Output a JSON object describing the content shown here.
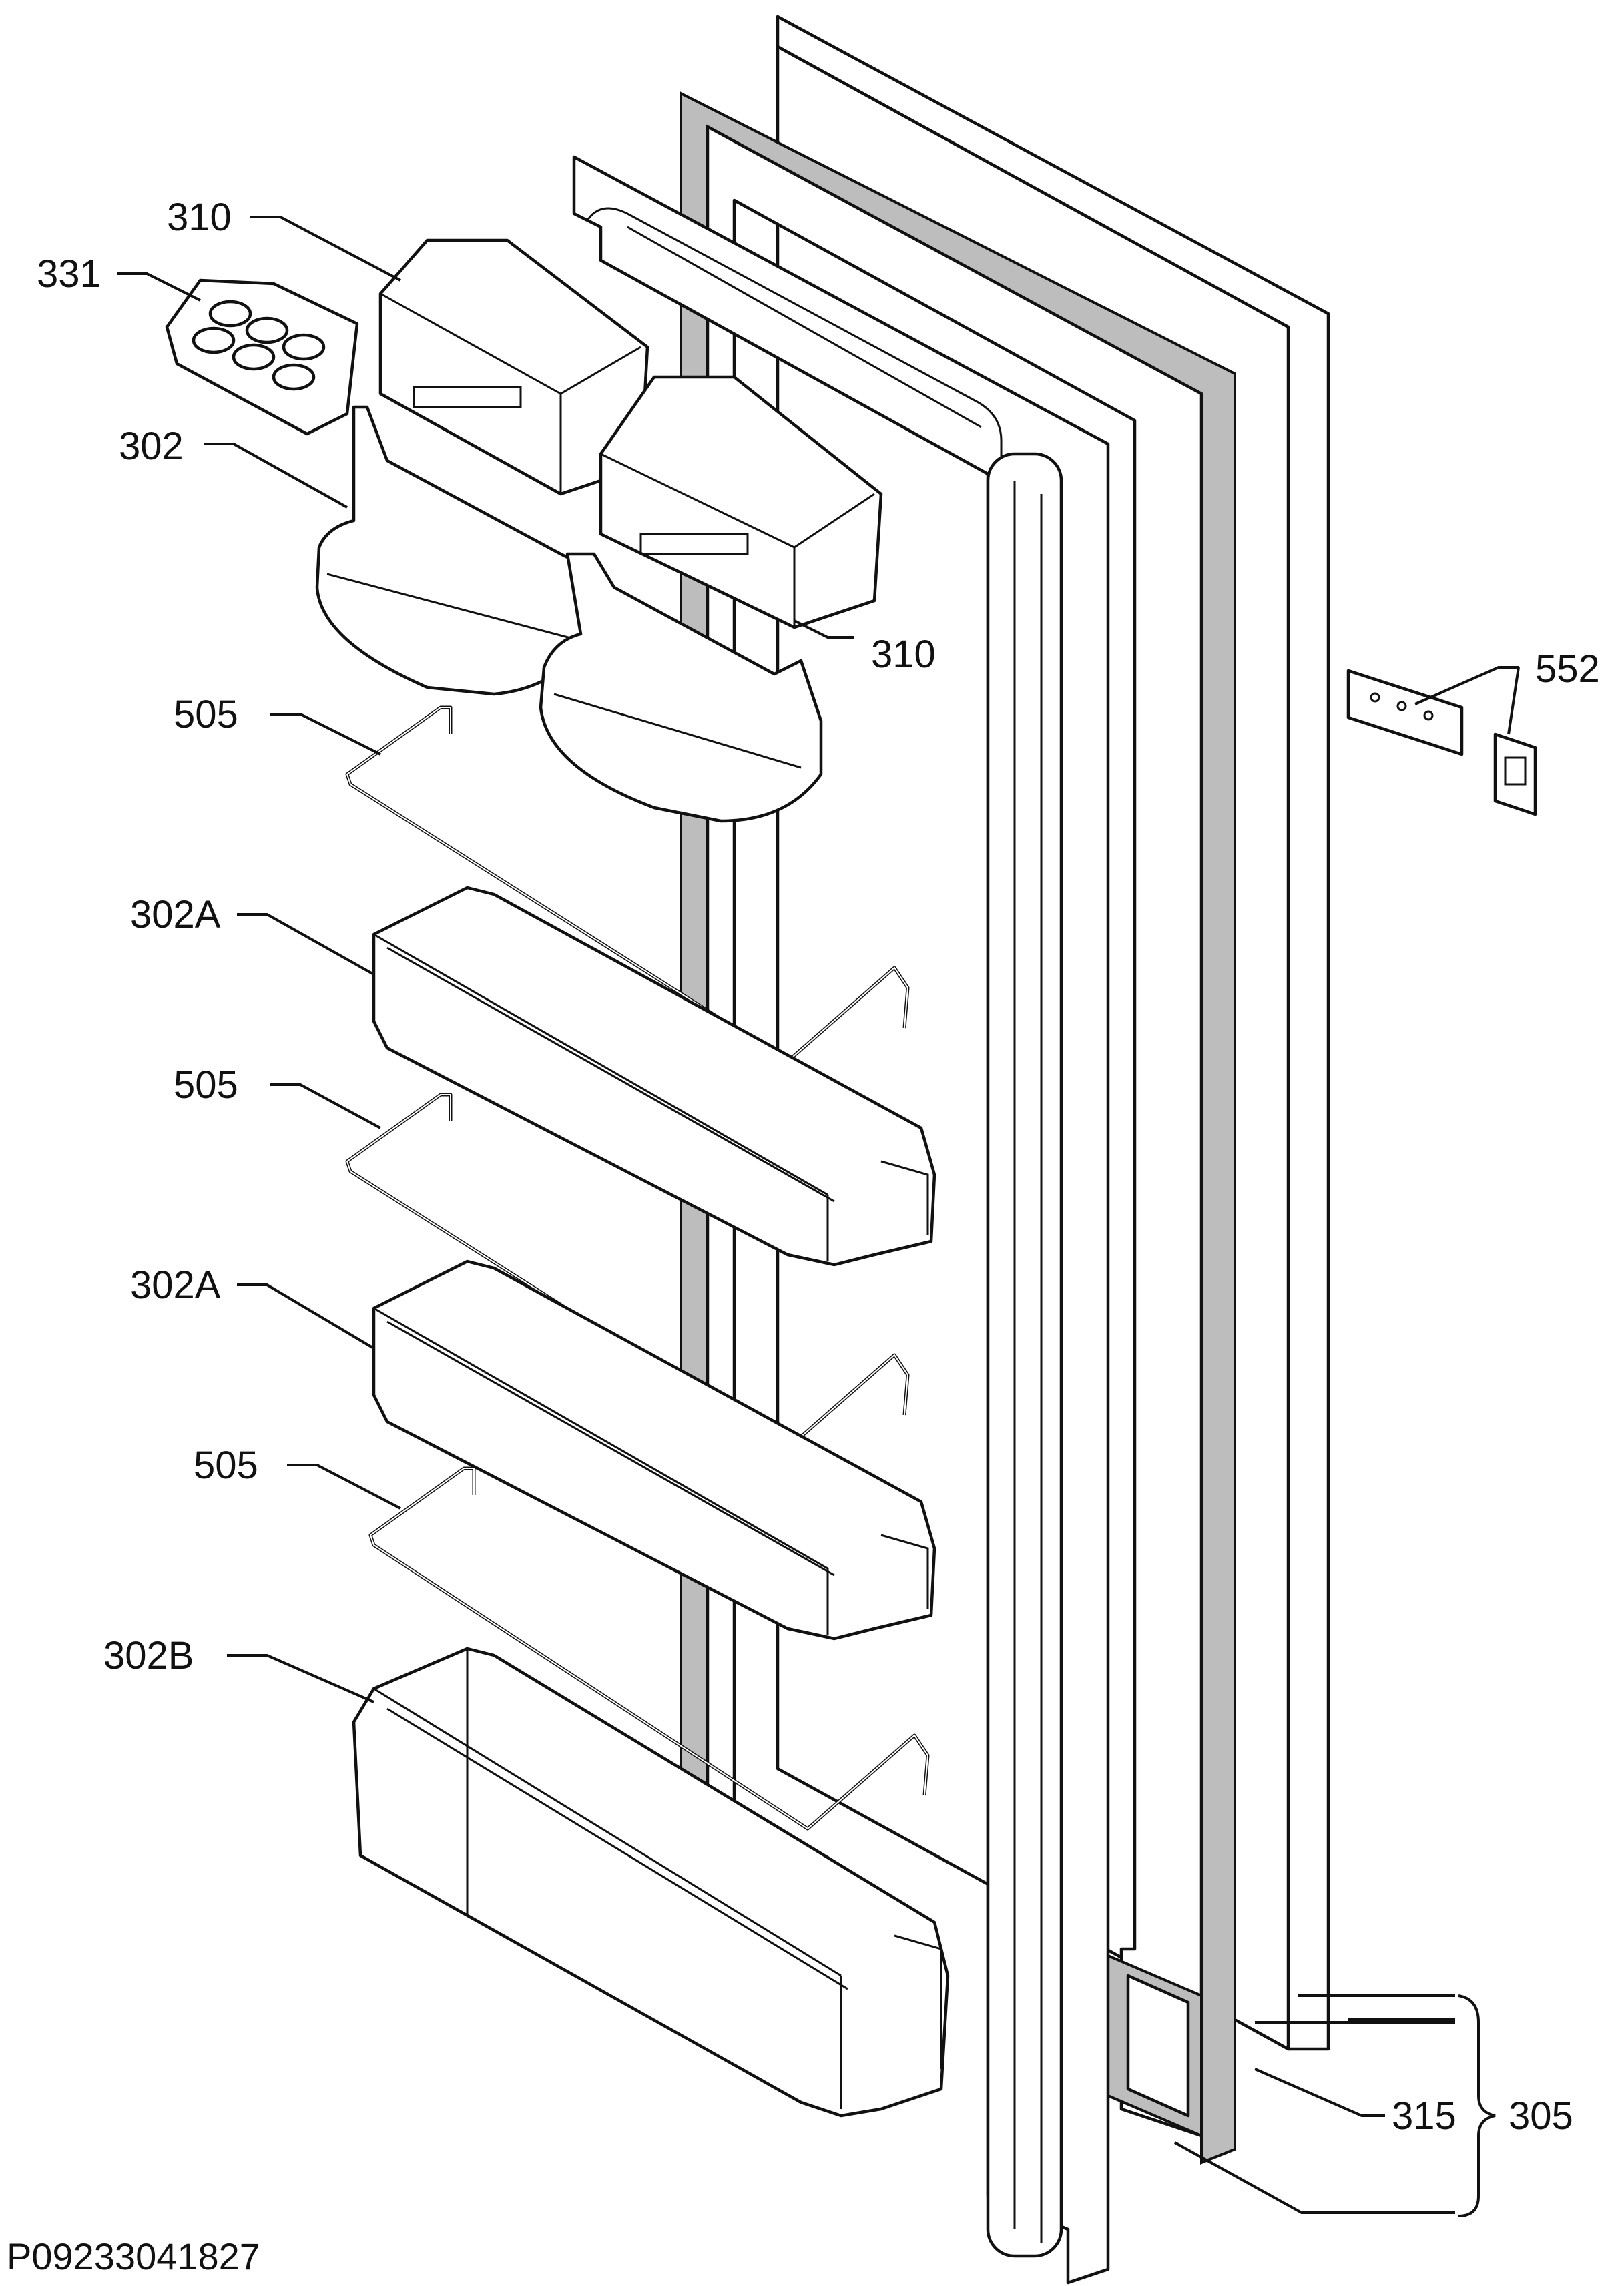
{
  "labels": {
    "l310a": "310",
    "l331": "331",
    "l302": "302",
    "l310b": "310",
    "l552": "552",
    "l505a": "505",
    "l302Aa": "302A",
    "l505b": "505",
    "l302Ab": "302A",
    "l505c": "505",
    "l302B": "302B",
    "l315": "315",
    "l305": "305"
  },
  "figure_code": "P09233041827"
}
